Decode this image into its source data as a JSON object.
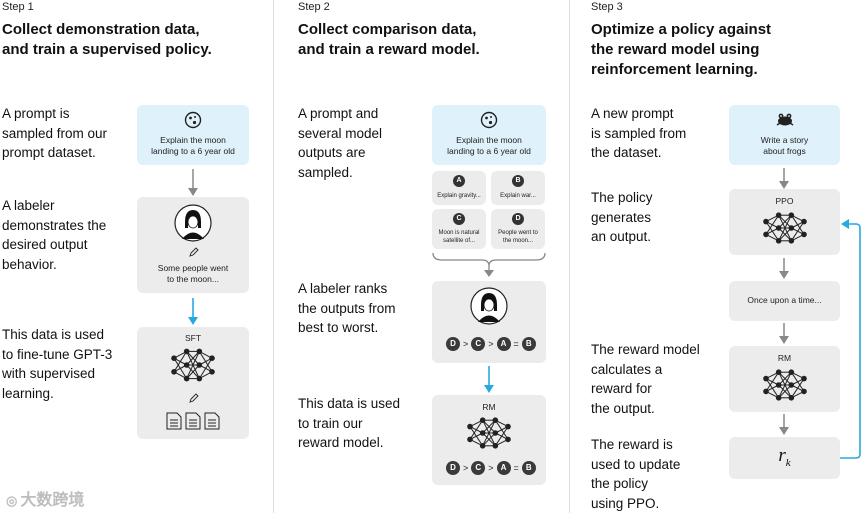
{
  "step1": {
    "step": "Step 1",
    "title_line1": "Collect demonstration data,",
    "title_line2": "and train a supervised policy.",
    "desc1": [
      "A prompt is",
      "sampled from our",
      "prompt dataset."
    ],
    "desc2": [
      "A labeler",
      "demonstrates the",
      "desired output",
      "behavior."
    ],
    "desc3": [
      "This data is used",
      "to fine-tune GPT-3",
      "with supervised",
      "learning."
    ],
    "prompt_box": [
      "Explain the moon",
      "landing to a 6 year old"
    ],
    "labeler_box": [
      "Some people went",
      "to the moon..."
    ],
    "model_label": "SFT"
  },
  "step2": {
    "step": "Step 2",
    "title_line1": "Collect comparison data,",
    "title_line2": "and train a reward model.",
    "desc1": [
      "A prompt and",
      "several model",
      "outputs are",
      "sampled."
    ],
    "desc2": [
      "A labeler ranks",
      "the outputs from",
      "best to worst."
    ],
    "desc3": [
      "This data is used",
      "to train our",
      "reward model."
    ],
    "prompt_box": [
      "Explain the moon",
      "landing to a 6 year old"
    ],
    "outputs": [
      {
        "letter": "A",
        "text": [
          "Explain gravity..."
        ]
      },
      {
        "letter": "B",
        "text": [
          "Explain war..."
        ]
      },
      {
        "letter": "C",
        "text": [
          "Moon is natural",
          "satellite of..."
        ]
      },
      {
        "letter": "D",
        "text": [
          "People went to",
          "the moon..."
        ]
      }
    ],
    "ranking": [
      "D",
      ">",
      "C",
      ">",
      "A",
      "=",
      "B"
    ],
    "model_label": "RM"
  },
  "step3": {
    "step": "Step 3",
    "title_line1": "Optimize a policy against",
    "title_line2": "the reward model using",
    "title_line3": "reinforcement learning.",
    "desc1": [
      "A new prompt",
      "is sampled from",
      "the dataset."
    ],
    "desc2": [
      "The policy",
      "generates",
      "an output."
    ],
    "desc3": [
      "The reward model",
      "calculates a",
      "reward for",
      "the output."
    ],
    "desc4": [
      "The reward is",
      "used to update",
      "the policy",
      "using PPO."
    ],
    "prompt_box": [
      "Write a story",
      "about frogs"
    ],
    "policy_label": "PPO",
    "output_box": "Once upon a time...",
    "rm_label": "RM",
    "reward_symbol": "r",
    "reward_sub": "k"
  },
  "watermark": "大数跨境",
  "colors": {
    "accent_blue": "#29a8e0",
    "box_grey": "#ececec",
    "box_blue": "#dff1fa"
  }
}
